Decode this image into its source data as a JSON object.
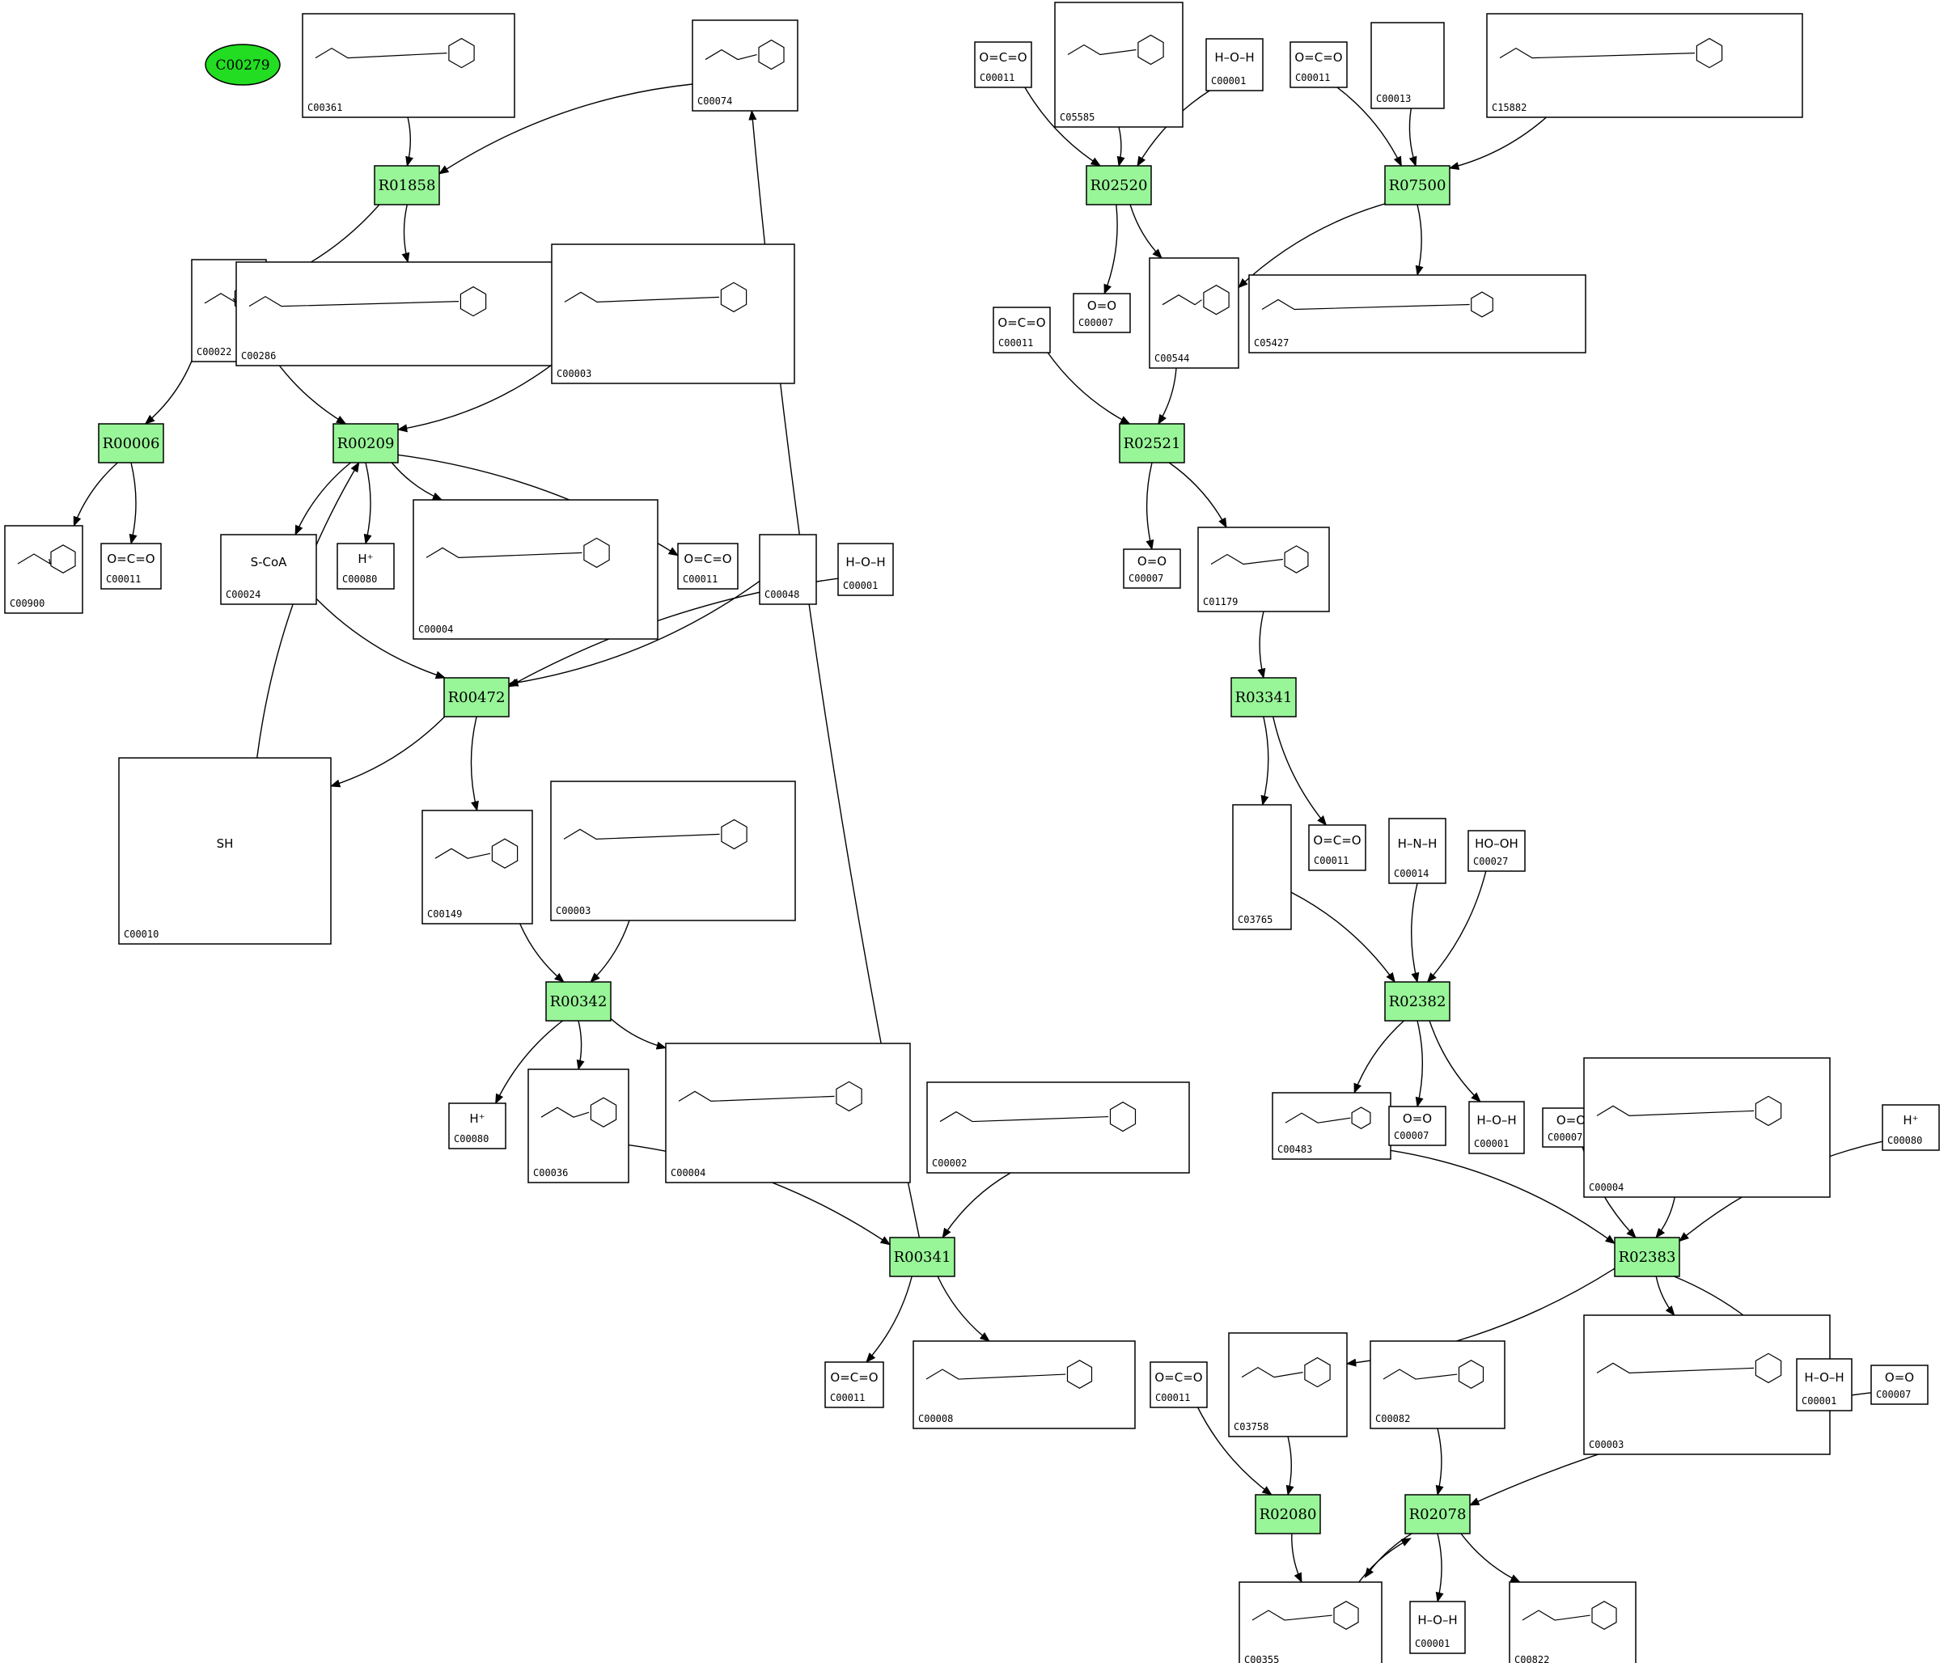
{
  "colors": {
    "reaction": "#98f598",
    "highlight": "#22dd22",
    "line": "#000000",
    "box_bg": "#ffffff"
  },
  "highlight": {
    "id": "C00279"
  },
  "reactions": [
    {
      "id": "R01858"
    },
    {
      "id": "R00006"
    },
    {
      "id": "R00209"
    },
    {
      "id": "R00472"
    },
    {
      "id": "R00342"
    },
    {
      "id": "R00341"
    },
    {
      "id": "R02520"
    },
    {
      "id": "R07500"
    },
    {
      "id": "R02521"
    },
    {
      "id": "R03341"
    },
    {
      "id": "R02382"
    },
    {
      "id": "R02383"
    },
    {
      "id": "R02080"
    },
    {
      "id": "R02078"
    }
  ],
  "compounds": [
    {
      "key": "c00361",
      "id": "C00361",
      "formula": ""
    },
    {
      "key": "c00074",
      "id": "C00074",
      "formula": ""
    },
    {
      "key": "c00022",
      "id": "C00022",
      "formula": ""
    },
    {
      "key": "c00286",
      "id": "C00286",
      "formula": ""
    },
    {
      "key": "c00003a",
      "id": "C00003",
      "formula": ""
    },
    {
      "key": "c00900",
      "id": "C00900",
      "formula": ""
    },
    {
      "key": "c00011a",
      "id": "C00011",
      "formula": "O=C=O"
    },
    {
      "key": "c00024",
      "id": "C00024",
      "formula": "S-CoA"
    },
    {
      "key": "c00080a",
      "id": "C00080",
      "formula": "H⁺"
    },
    {
      "key": "c00004a",
      "id": "C00004",
      "formula": ""
    },
    {
      "key": "c00011b",
      "id": "C00011",
      "formula": "O=C=O"
    },
    {
      "key": "c00048",
      "id": "C00048",
      "formula": ""
    },
    {
      "key": "c00001a",
      "id": "C00001",
      "formula": "H–O–H"
    },
    {
      "key": "c00010",
      "id": "C00010",
      "formula": "SH"
    },
    {
      "key": "c00149",
      "id": "C00149",
      "formula": ""
    },
    {
      "key": "c00003b",
      "id": "C00003",
      "formula": ""
    },
    {
      "key": "c00080b",
      "id": "C00080",
      "formula": "H⁺"
    },
    {
      "key": "c00036",
      "id": "C00036",
      "formula": ""
    },
    {
      "key": "c00004b",
      "id": "C00004",
      "formula": ""
    },
    {
      "key": "c00002",
      "id": "C00002",
      "formula": ""
    },
    {
      "key": "c00011c",
      "id": "C00011",
      "formula": "O=C=O"
    },
    {
      "key": "c00008",
      "id": "C00008",
      "formula": ""
    },
    {
      "key": "c00011d",
      "id": "C00011",
      "formula": "O=C=O"
    },
    {
      "key": "c05585",
      "id": "C05585",
      "formula": ""
    },
    {
      "key": "c00001b",
      "id": "C00001",
      "formula": "H–O–H"
    },
    {
      "key": "c00011e",
      "id": "C00011",
      "formula": "O=C=O"
    },
    {
      "key": "c00013",
      "id": "C00013",
      "formula": ""
    },
    {
      "key": "c15882",
      "id": "C15882",
      "formula": ""
    },
    {
      "key": "c00007a",
      "id": "C00007",
      "formula": "O=O"
    },
    {
      "key": "c00544",
      "id": "C00544",
      "formula": ""
    },
    {
      "key": "c05427",
      "id": "C05427",
      "formula": ""
    },
    {
      "key": "c00011f",
      "id": "C00011",
      "formula": "O=C=O"
    },
    {
      "key": "c00007b",
      "id": "C00007",
      "formula": "O=O"
    },
    {
      "key": "c01179",
      "id": "C01179",
      "formula": ""
    },
    {
      "key": "c03765",
      "id": "C03765",
      "formula": ""
    },
    {
      "key": "c00011g",
      "id": "C00011",
      "formula": "O=C=O"
    },
    {
      "key": "c00014",
      "id": "C00014",
      "formula": "H–N–H"
    },
    {
      "key": "c00027",
      "id": "C00027",
      "formula": "HO–OH"
    },
    {
      "key": "c00483",
      "id": "C00483",
      "formula": ""
    },
    {
      "key": "c00007c",
      "id": "C00007",
      "formula": "O=O"
    },
    {
      "key": "c00001c",
      "id": "C00001",
      "formula": "H–O–H"
    },
    {
      "key": "c00007d",
      "id": "C00007",
      "formula": "O=O"
    },
    {
      "key": "c00004c",
      "id": "C00004",
      "formula": ""
    },
    {
      "key": "c00080c",
      "id": "C00080",
      "formula": "H⁺"
    },
    {
      "key": "c00011h",
      "id": "C00011",
      "formula": "O=C=O"
    },
    {
      "key": "c03758",
      "id": "C03758",
      "formula": ""
    },
    {
      "key": "c00082",
      "id": "C00082",
      "formula": ""
    },
    {
      "key": "c00003c",
      "id": "C00003",
      "formula": ""
    },
    {
      "key": "c00001d",
      "id": "C00001",
      "formula": "H–O–H"
    },
    {
      "key": "c00007e",
      "id": "C00007",
      "formula": "O=O"
    },
    {
      "key": "c00355",
      "id": "C00355",
      "formula": ""
    },
    {
      "key": "c00001e",
      "id": "C00001",
      "formula": "H–O–H"
    },
    {
      "key": "c00822",
      "id": "C00822",
      "formula": ""
    }
  ],
  "edges": [
    [
      "c00361",
      "R01858"
    ],
    [
      "c00074",
      "R01858"
    ],
    [
      "R01858",
      "c00022"
    ],
    [
      "R01858",
      "c00286"
    ],
    [
      "c00022",
      "R00006"
    ],
    [
      "c00022",
      "R00209"
    ],
    [
      "c00003a",
      "R00209"
    ],
    [
      "R00006",
      "c00900"
    ],
    [
      "R00006",
      "c00011a"
    ],
    [
      "R00209",
      "c00024"
    ],
    [
      "R00209",
      "c00080a"
    ],
    [
      "R00209",
      "c00004a"
    ],
    [
      "R00209",
      "c00011b"
    ],
    [
      "c00024",
      "R00472"
    ],
    [
      "c00048",
      "R00472"
    ],
    [
      "c00001a",
      "R00472"
    ],
    [
      "R00472",
      "c00010"
    ],
    [
      "R00472",
      "c00149"
    ],
    [
      "c00010",
      "R00209"
    ],
    [
      "c00149",
      "R00342"
    ],
    [
      "c00003b",
      "R00342"
    ],
    [
      "R00342",
      "c00080b"
    ],
    [
      "R00342",
      "c00036"
    ],
    [
      "R00342",
      "c00004b"
    ],
    [
      "c00036",
      "R00341"
    ],
    [
      "c00002",
      "R00341"
    ],
    [
      "R00341",
      "c00011c"
    ],
    [
      "R00341",
      "c00008"
    ],
    [
      "R00341",
      "c00074"
    ],
    [
      "c00011d",
      "R02520"
    ],
    [
      "c05585",
      "R02520"
    ],
    [
      "c00001b",
      "R02520"
    ],
    [
      "R02520",
      "c00007a"
    ],
    [
      "R02520",
      "c00544"
    ],
    [
      "c00011e",
      "R07500"
    ],
    [
      "c00013",
      "R07500"
    ],
    [
      "c15882",
      "R07500"
    ],
    [
      "R07500",
      "c00544"
    ],
    [
      "R07500",
      "c05427"
    ],
    [
      "c00011f",
      "R02521"
    ],
    [
      "c00544",
      "R02521"
    ],
    [
      "R02521",
      "c00007b"
    ],
    [
      "R02521",
      "c01179"
    ],
    [
      "c01179",
      "R03341"
    ],
    [
      "R03341",
      "c03765"
    ],
    [
      "R03341",
      "c00011g"
    ],
    [
      "c03765",
      "R02382"
    ],
    [
      "c00014",
      "R02382"
    ],
    [
      "c00027",
      "R02382"
    ],
    [
      "R02382",
      "c00483"
    ],
    [
      "R02382",
      "c00007c"
    ],
    [
      "R02382",
      "c00001c"
    ],
    [
      "c00483",
      "R02383"
    ],
    [
      "c00007d",
      "R02383"
    ],
    [
      "c00004c",
      "R02383"
    ],
    [
      "c00080c",
      "R02383"
    ],
    [
      "R02383",
      "c03758"
    ],
    [
      "R02383",
      "c00003c"
    ],
    [
      "R02383",
      "c00001d"
    ],
    [
      "c00011h",
      "R02080"
    ],
    [
      "c03758",
      "R02080"
    ],
    [
      "R02080",
      "c00355"
    ],
    [
      "c00082",
      "R02078"
    ],
    [
      "c00007e",
      "R02078"
    ],
    [
      "c00355",
      "R02078"
    ],
    [
      "R02078",
      "c00355"
    ],
    [
      "R02078",
      "c00001e"
    ],
    [
      "R02078",
      "c00822"
    ]
  ]
}
